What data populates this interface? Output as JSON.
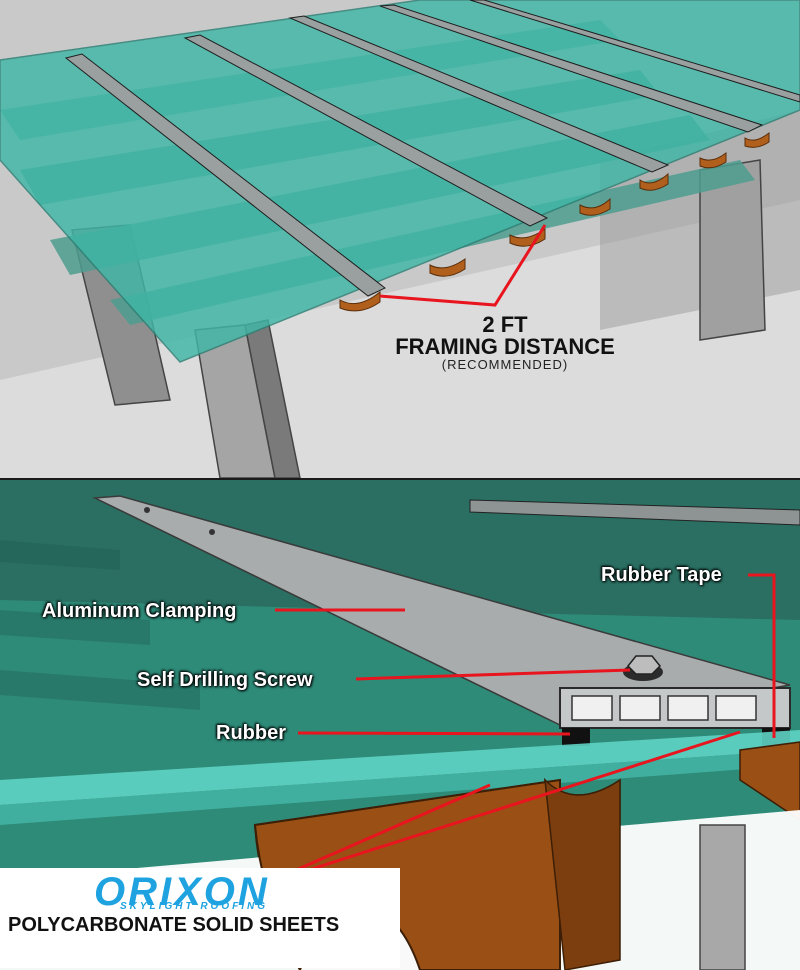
{
  "top_panel": {
    "distance_title_line1": "2 FT",
    "distance_title_line2": "FRAMING DISTANCE",
    "distance_note": "(RECOMMENDED)"
  },
  "bottom_panel": {
    "callouts": {
      "aluminum_clamping": "Aluminum Clamping",
      "self_drilling_screw": "Self Drilling Screw",
      "rubber": "Rubber",
      "rubber_tape": "Rubber Tape"
    }
  },
  "brand": {
    "logo_word": "ORIXON",
    "logo_tagline": "SKYLIGHT ROOFING",
    "product_line": "POLYCARBONATE SOLID SHEETS"
  },
  "colors": {
    "sheet": "#3fb7a6",
    "beam": "#b0601c",
    "post": "#8c8c8c",
    "callout_line": "#e8141e",
    "logo": "#1fa3e0"
  },
  "icons": [
    "orixon-logo-icon"
  ]
}
